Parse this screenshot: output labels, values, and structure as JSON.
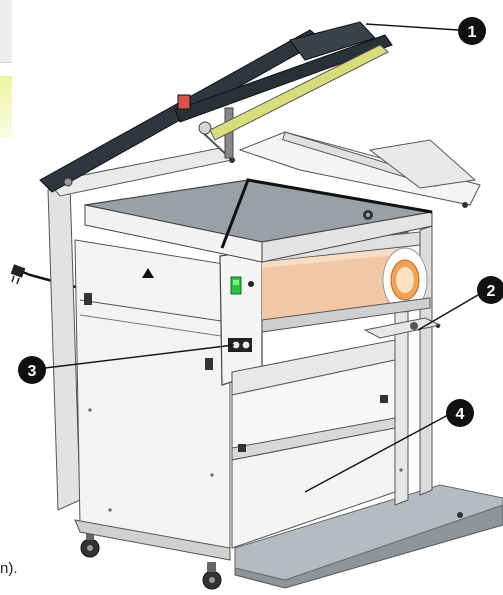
{
  "fragment_text": "n).",
  "callouts": [
    {
      "label": "1"
    },
    {
      "label": "2"
    },
    {
      "label": "3"
    },
    {
      "label": "4"
    }
  ],
  "colors": {
    "callout_fill": "#111111",
    "callout_text": "#ffffff",
    "frame": "#f1f1f1",
    "frame_shade": "#d9d9d9",
    "lid_arm": "#2f3640",
    "film_roll": "#f1c7a6",
    "switch_green": "#29c341",
    "sidebar_fragment": "#eef6a0"
  },
  "icons": [
    "power-cord-icon",
    "warning-triangle-icon",
    "power-switch-icon",
    "caster-wheel-icon"
  ]
}
